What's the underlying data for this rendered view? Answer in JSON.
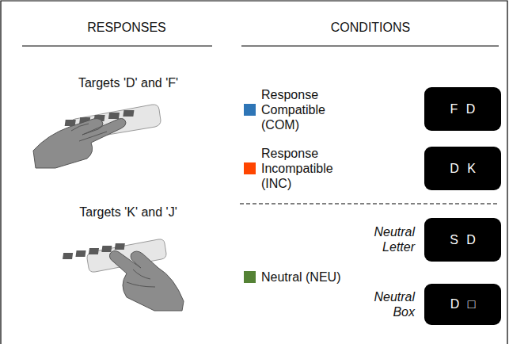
{
  "diagram": {
    "nodes": [
      {
        "text": [
          "F D"
        ]
      },
      {
        "text": [
          "D K"
        ]
      },
      {
        "text": [
          "S D"
        ]
      },
      {
        "text": [
          "D □"
        ]
      }
    ],
    "labels": [
      "RESPONSES",
      "CONDITIONS",
      "Targets 'D' and 'F'",
      "Targets 'K' and 'J'",
      "Neutral Letter",
      "Neutral Box"
    ],
    "legend": [
      {
        "text": "Response Compatible (COM)",
        "color": "#2e75b6"
      },
      {
        "text": "Response Incompatible (INC)",
        "color": "#ff4500"
      },
      {
        "text": "Neutral (NEU)",
        "color": "#548235"
      }
    ]
  }
}
